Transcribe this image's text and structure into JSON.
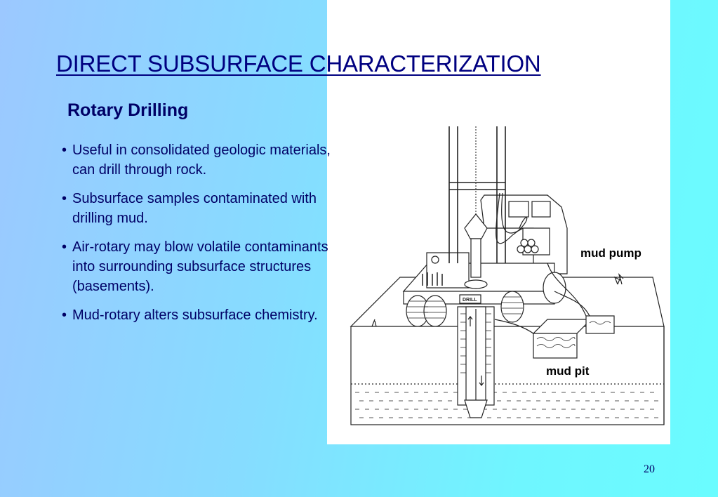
{
  "slide": {
    "title": "DIRECT SUBSURFACE CHARACTERIZATION",
    "subtitle": "Rotary Drilling",
    "bullets": [
      "Useful in consolidated geologic materials, can drill through rock.",
      "Subsurface samples contaminated with drilling mud.",
      "Air-rotary may blow volatile contaminants into surrounding subsurface structures (basements).",
      "Mud-rotary alters subsurface chemistry."
    ],
    "figure_labels": {
      "mud_pump": "mud pump",
      "mud_pit": "mud pit",
      "drill_plate": "DRILL"
    },
    "page_number": "20"
  }
}
